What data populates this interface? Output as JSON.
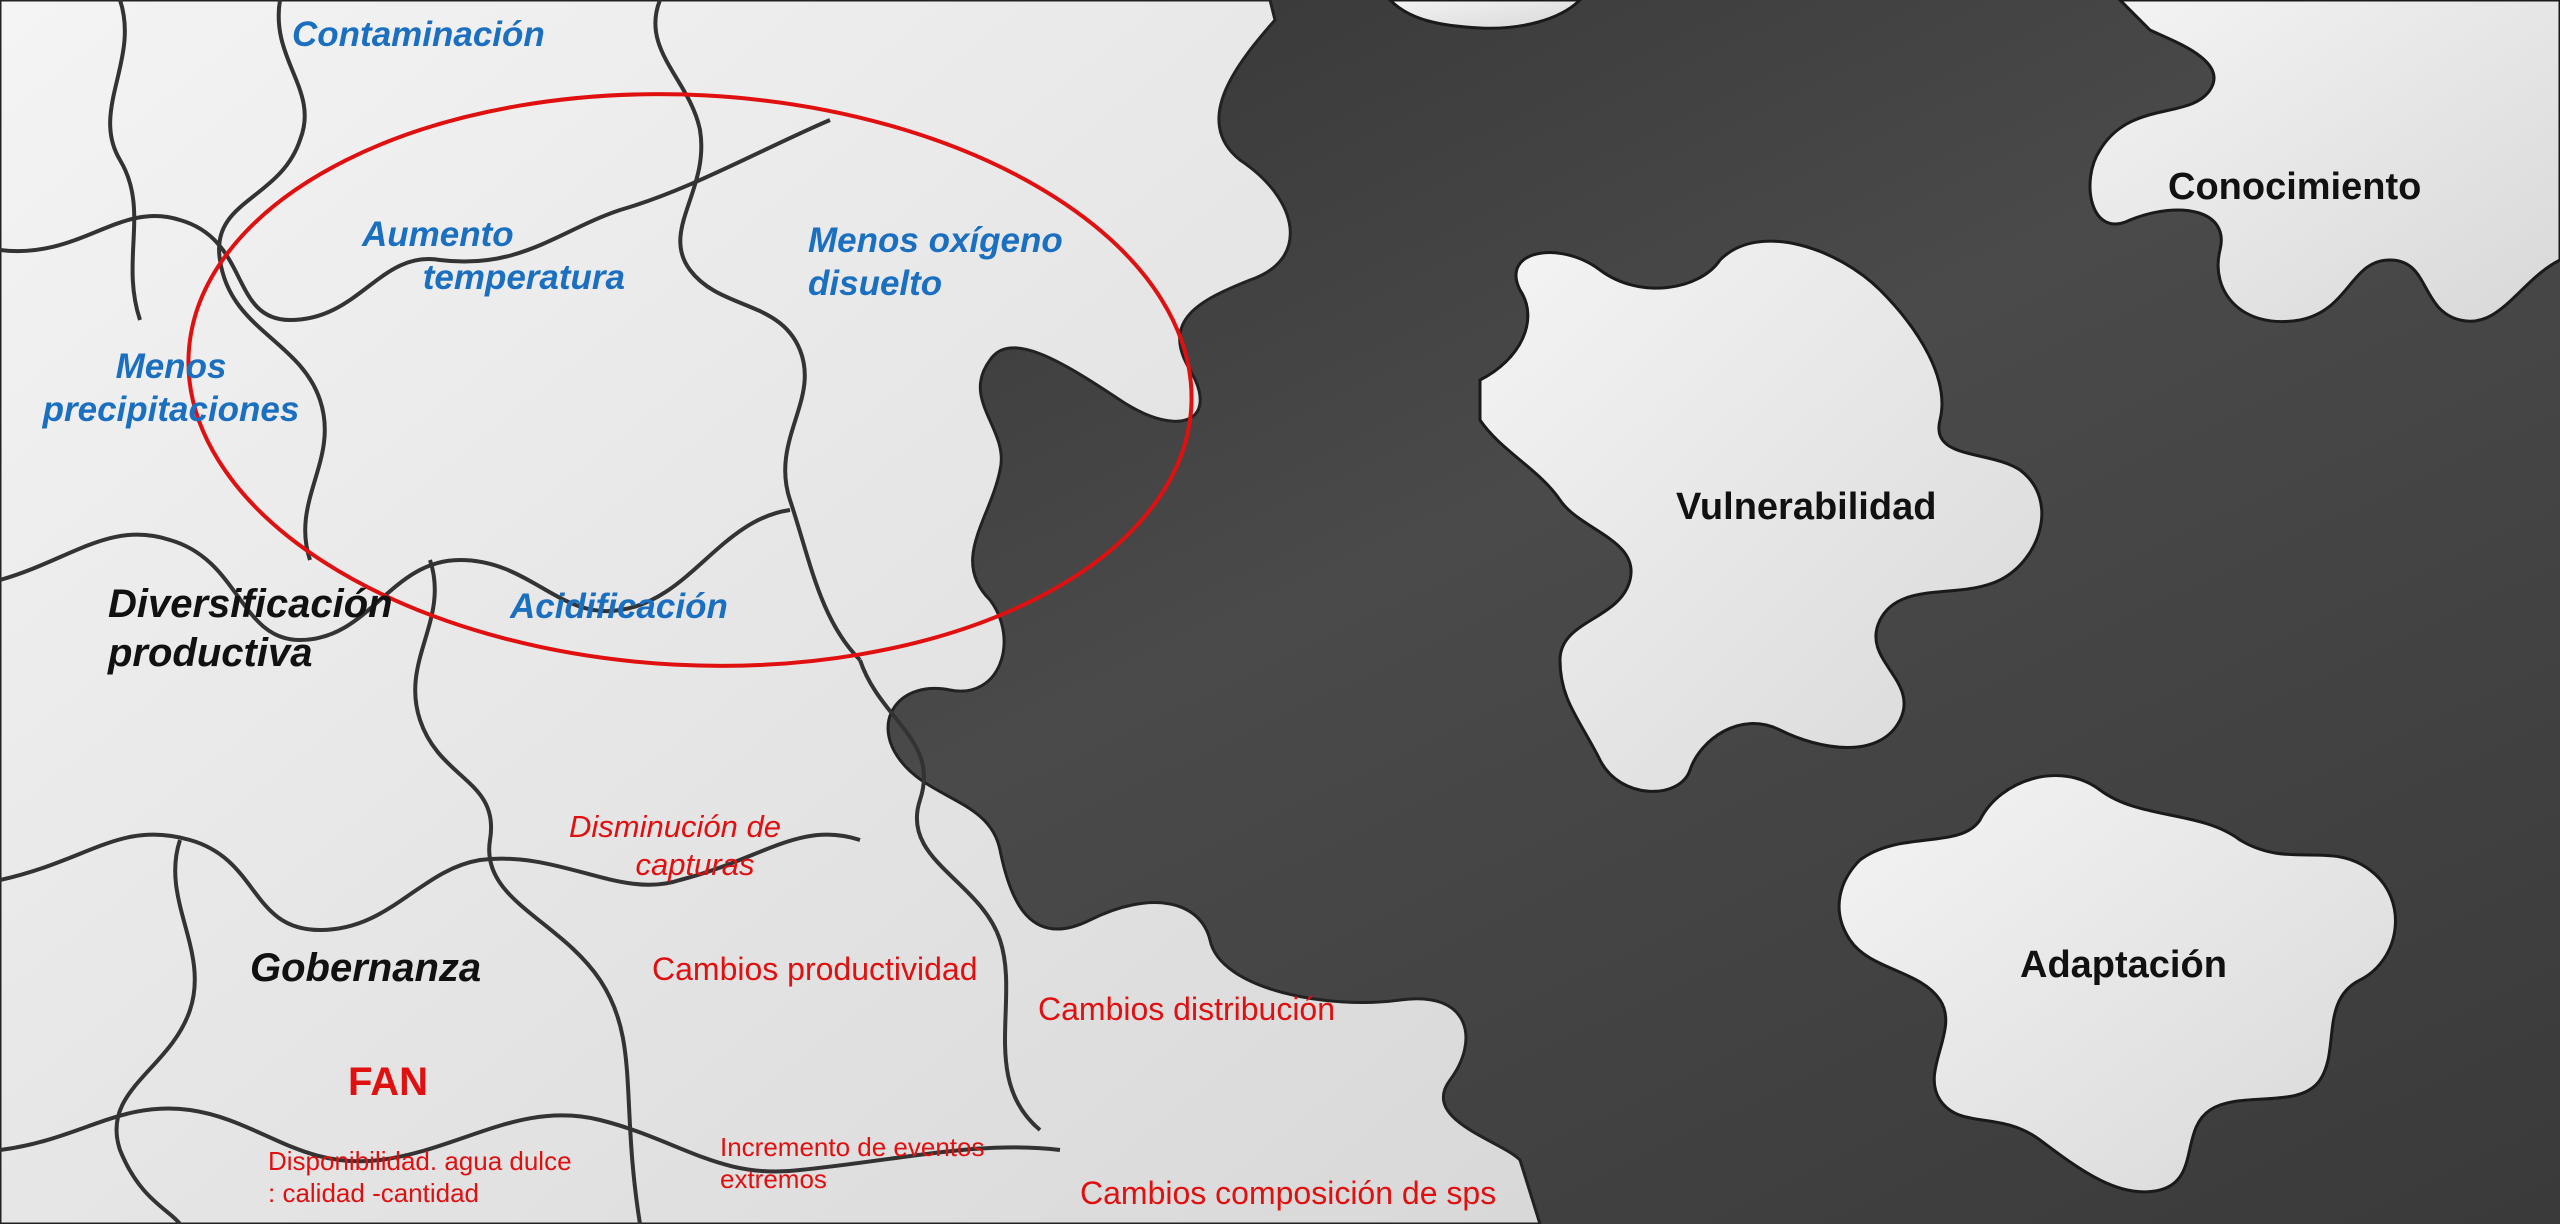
{
  "labels": {
    "contaminacion": "Contaminación",
    "aumento_1": "Aumento",
    "aumento_2": "temperatura",
    "oxigeno_1": "Menos oxígeno",
    "oxigeno_2": "disuelto",
    "precip_1": "Menos",
    "precip_2": "precipitaciones",
    "diversif_1": "Diversificación",
    "diversif_2": "productiva",
    "acidificacion": "Acidificación",
    "disminucion_1": "Disminución de",
    "disminucion_2": "capturas",
    "gobernanza": "Gobernanza",
    "cambios_productividad": "Cambios productividad",
    "cambios_distribucion": "Cambios distribución",
    "fan": "FAN",
    "disponibilidad_1": "Disponibilidad. agua dulce",
    "disponibilidad_2": ": calidad -cantidad",
    "incremento_1": "Incremento de eventos",
    "incremento_2": "extremos",
    "composicion": "Cambios composición de sps",
    "conocimiento": "Conocimiento",
    "vulnerabilidad": "Vulnerabilidad",
    "adaptacion": "Adaptación"
  },
  "colors": {
    "background_dark": "#3a3a3a",
    "piece_light": "#ececec",
    "highlight_ellipse": "#e01010",
    "text_blue": "#1b6fc0",
    "text_red": "#e01010",
    "text_black": "#111111"
  }
}
